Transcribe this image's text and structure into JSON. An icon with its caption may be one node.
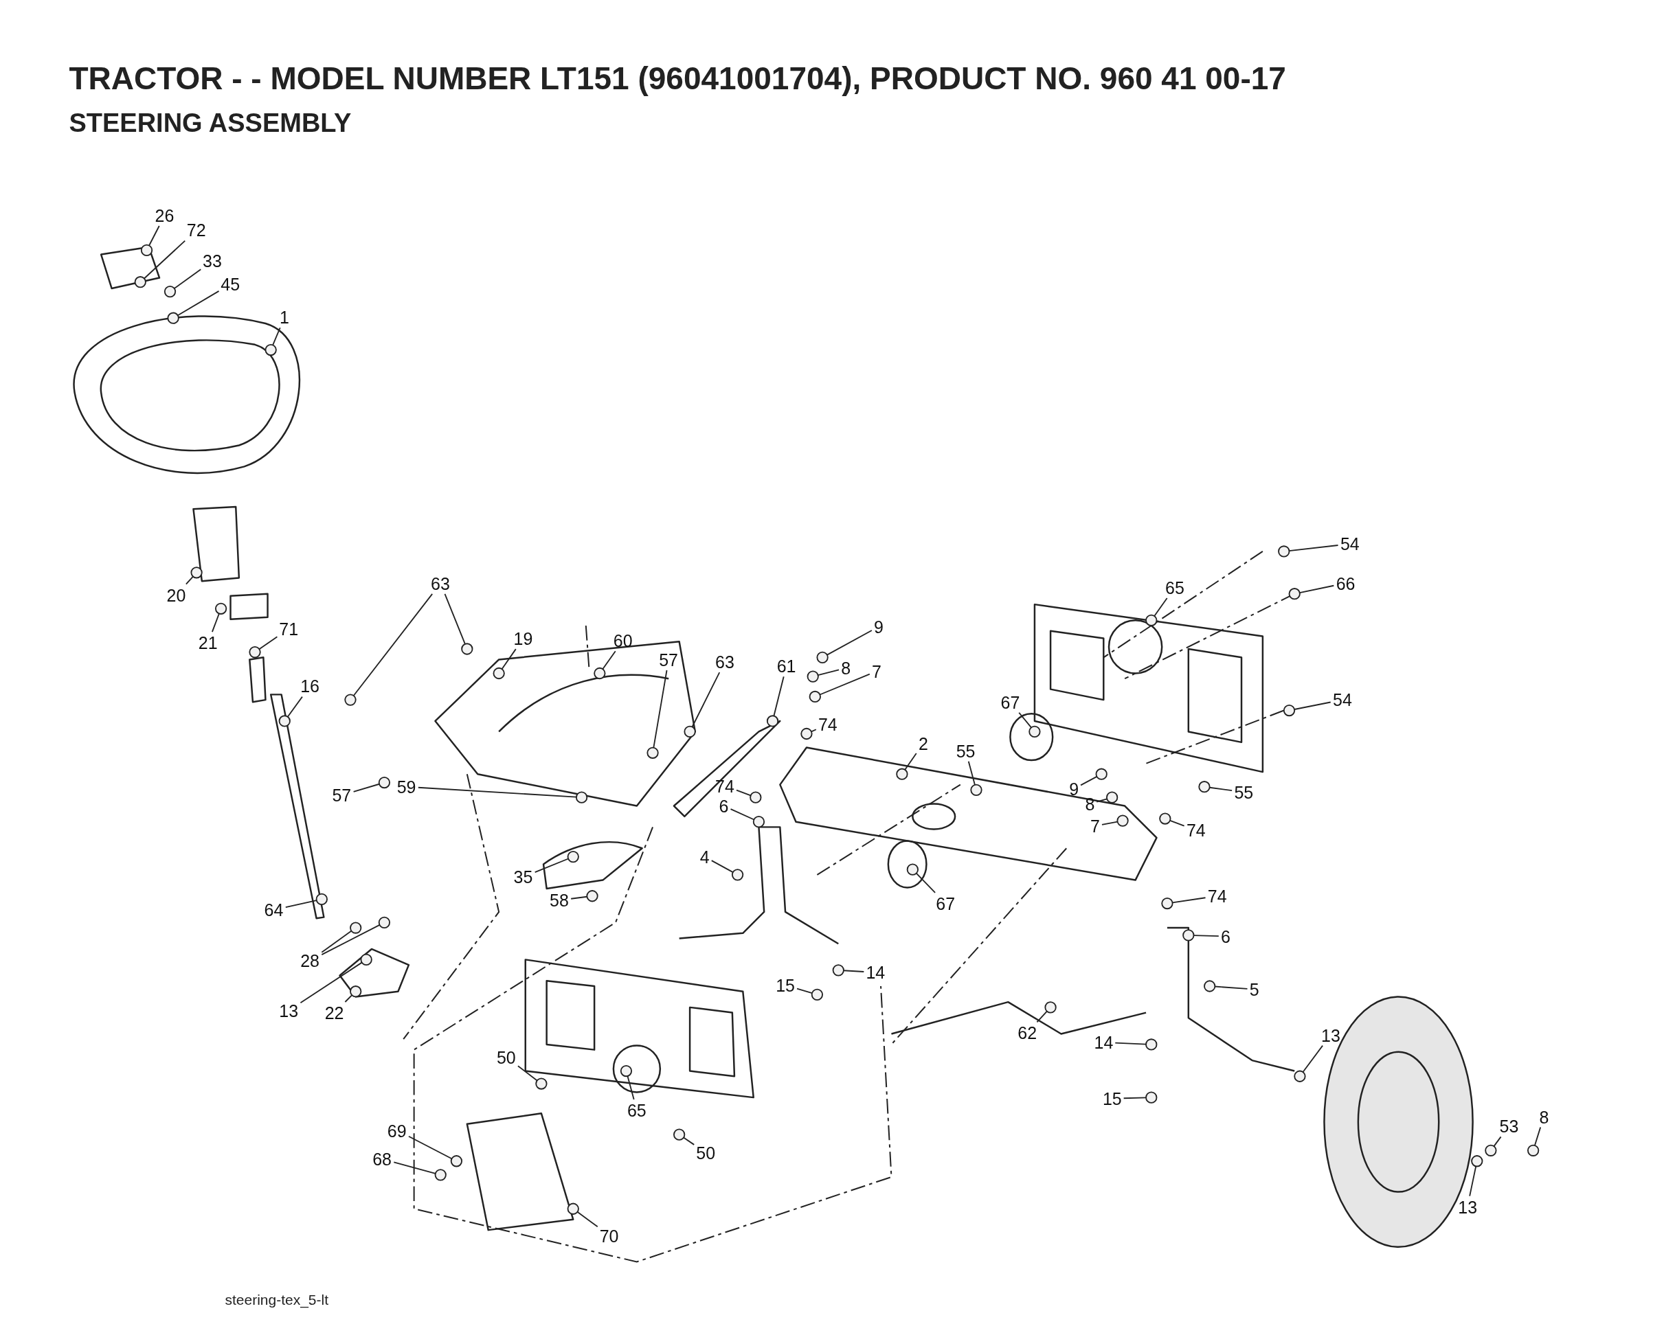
{
  "diagram": {
    "title": "TRACTOR - - MODEL NUMBER LT151 (96041001704), PRODUCT NO. 960 41 00-17",
    "caption": "STEERING ASSEMBLY",
    "nodes": [
      {
        "text": [
          "26"
        ]
      },
      {
        "text": [
          "72"
        ]
      },
      {
        "text": [
          "33"
        ]
      },
      {
        "text": [
          "45"
        ]
      },
      {
        "text": [
          "1"
        ]
      },
      {
        "text": [
          "20"
        ]
      },
      {
        "text": [
          "21"
        ]
      },
      {
        "text": [
          "71"
        ]
      },
      {
        "text": [
          "16"
        ]
      },
      {
        "text": [
          "63"
        ]
      },
      {
        "text": [
          "19"
        ]
      },
      {
        "text": [
          "60"
        ]
      },
      {
        "text": [
          "57"
        ]
      },
      {
        "text": [
          "63"
        ]
      },
      {
        "text": [
          "57"
        ]
      },
      {
        "text": [
          "59"
        ]
      },
      {
        "text": [
          "35"
        ]
      },
      {
        "text": [
          "58"
        ]
      },
      {
        "text": [
          "64"
        ]
      },
      {
        "text": [
          "28"
        ]
      },
      {
        "text": [
          "13"
        ]
      },
      {
        "text": [
          "22"
        ]
      },
      {
        "text": [
          "9"
        ]
      },
      {
        "text": [
          "8"
        ]
      },
      {
        "text": [
          "7"
        ]
      },
      {
        "text": [
          "74"
        ]
      },
      {
        "text": [
          "61"
        ]
      },
      {
        "text": [
          "2"
        ]
      },
      {
        "text": [
          "55"
        ]
      },
      {
        "text": [
          "67"
        ]
      },
      {
        "text": [
          "65"
        ]
      },
      {
        "text": [
          "54"
        ]
      },
      {
        "text": [
          "66"
        ]
      },
      {
        "text": [
          "54"
        ]
      },
      {
        "text": [
          "9"
        ]
      },
      {
        "text": [
          "8"
        ]
      },
      {
        "text": [
          "7"
        ]
      },
      {
        "text": [
          "55"
        ]
      },
      {
        "text": [
          "74"
        ]
      },
      {
        "text": [
          "74"
        ]
      },
      {
        "text": [
          "6"
        ]
      },
      {
        "text": [
          "4"
        ]
      },
      {
        "text": [
          "67"
        ]
      },
      {
        "text": [
          "74"
        ]
      },
      {
        "text": [
          "6"
        ]
      },
      {
        "text": [
          "5"
        ]
      },
      {
        "text": [
          "14"
        ]
      },
      {
        "text": [
          "15"
        ]
      },
      {
        "text": [
          "62"
        ]
      },
      {
        "text": [
          "13"
        ]
      },
      {
        "text": [
          "14"
        ]
      },
      {
        "text": [
          "15"
        ]
      },
      {
        "text": [
          "53"
        ]
      },
      {
        "text": [
          "8"
        ]
      },
      {
        "text": [
          "13"
        ]
      },
      {
        "text": [
          "50"
        ]
      },
      {
        "text": [
          "65"
        ]
      },
      {
        "text": [
          "50"
        ]
      },
      {
        "text": [
          "69"
        ]
      },
      {
        "text": [
          "68"
        ]
      },
      {
        "text": [
          "70"
        ]
      },
      {
        "text": [],
        "shape": "circle"
      },
      {
        "text": [],
        "shape": "circle"
      },
      {
        "text": [],
        "shape": "circle"
      },
      {
        "text": [],
        "shape": "circle"
      },
      {
        "text": [],
        "shape": "circle"
      },
      {
        "text": [],
        "shape": "circle"
      },
      {
        "text": [],
        "shape": "circle"
      },
      {
        "text": [],
        "shape": "circle"
      },
      {
        "text": [],
        "shape": "circle"
      },
      {
        "text": [],
        "shape": "circle"
      },
      {
        "text": [],
        "shape": "circle"
      },
      {
        "text": [],
        "shape": "circle"
      },
      {
        "text": [],
        "shape": "circle"
      },
      {
        "text": [],
        "shape": "circle"
      },
      {
        "text": [],
        "shape": "circle"
      },
      {
        "text": [],
        "shape": "circle"
      },
      {
        "text": [],
        "shape": "circle"
      },
      {
        "text": [],
        "shape": "circle"
      },
      {
        "text": [],
        "shape": "circle"
      },
      {
        "text": [],
        "shape": "circle"
      },
      {
        "text": [],
        "shape": "circle"
      },
      {
        "text": [],
        "shape": "circle"
      },
      {
        "text": [],
        "shape": "circle"
      },
      {
        "text": [],
        "shape": "circle"
      },
      {
        "text": [],
        "shape": "circle"
      },
      {
        "text": [],
        "shape": "circle"
      },
      {
        "text": [],
        "shape": "circle"
      },
      {
        "text": [],
        "shape": "circle"
      },
      {
        "text": [],
        "shape": "circle"
      },
      {
        "text": [],
        "shape": "circle"
      },
      {
        "text": [],
        "shape": "circle"
      },
      {
        "text": [],
        "shape": "circle"
      },
      {
        "text": [],
        "shape": "circle"
      },
      {
        "text": [],
        "shape": "circle"
      },
      {
        "text": [],
        "shape": "circle"
      },
      {
        "text": [],
        "shape": "circle"
      },
      {
        "text": [],
        "shape": "circle"
      },
      {
        "text": [],
        "shape": "circle"
      },
      {
        "text": [],
        "shape": "circle"
      },
      {
        "text": [],
        "shape": "circle"
      },
      {
        "text": [],
        "shape": "circle"
      },
      {
        "text": [],
        "shape": "circle"
      },
      {
        "text": [],
        "shape": "circle"
      },
      {
        "text": [],
        "shape": "circle"
      },
      {
        "text": [],
        "shape": "circle"
      },
      {
        "text": [],
        "shape": "circle"
      },
      {
        "text": [],
        "shape": "circle"
      },
      {
        "text": [],
        "shape": "circle"
      },
      {
        "text": [],
        "shape": "circle"
      },
      {
        "text": [],
        "shape": "circle"
      },
      {
        "text": [],
        "shape": "circle"
      },
      {
        "text": [],
        "shape": "circle"
      },
      {
        "text": [],
        "shape": "circle"
      },
      {
        "text": [],
        "shape": "circle"
      },
      {
        "text": [],
        "shape": "circle"
      },
      {
        "text": [],
        "shape": "circle"
      },
      {
        "text": [],
        "shape": "circle"
      },
      {
        "text": [],
        "shape": "circle"
      },
      {
        "text": [],
        "shape": "circle"
      },
      {
        "text": [],
        "shape": "circle"
      },
      {
        "text": [],
        "shape": "circle"
      },
      {
        "text": [],
        "shape": "circle"
      },
      {
        "text": [],
        "shape": "circle"
      }
    ],
    "edges": [
      {
        "from": 0,
        "to": 61,
        "arrow": "none"
      },
      {
        "from": 1,
        "to": 62,
        "arrow": "none"
      },
      {
        "from": 2,
        "to": 63,
        "arrow": "none"
      },
      {
        "from": 3,
        "to": 64,
        "arrow": "none"
      },
      {
        "from": 4,
        "to": 65,
        "arrow": "none"
      },
      {
        "from": 5,
        "to": 66,
        "arrow": "none"
      },
      {
        "from": 6,
        "to": 67,
        "arrow": "none"
      },
      {
        "from": 7,
        "to": 68,
        "arrow": "none"
      },
      {
        "from": 8,
        "to": 69,
        "arrow": "none"
      },
      {
        "from": 9,
        "to": 70,
        "arrow": "none"
      },
      {
        "from": 9,
        "to": 71,
        "arrow": "none"
      },
      {
        "from": 10,
        "to": 72,
        "arrow": "none"
      },
      {
        "from": 11,
        "to": 73,
        "arrow": "none"
      },
      {
        "from": 12,
        "to": 74,
        "arrow": "none"
      },
      {
        "from": 13,
        "to": 75,
        "arrow": "none"
      },
      {
        "from": 14,
        "to": 76,
        "arrow": "none"
      },
      {
        "from": 15,
        "to": 77,
        "arrow": "none"
      },
      {
        "from": 16,
        "to": 78,
        "arrow": "none"
      },
      {
        "from": 17,
        "to": 79,
        "arrow": "none"
      },
      {
        "from": 18,
        "to": 80,
        "arrow": "none"
      },
      {
        "from": 19,
        "to": 81,
        "arrow": "none"
      },
      {
        "from": 19,
        "to": 82,
        "arrow": "none"
      },
      {
        "from": 20,
        "to": 83,
        "arrow": "none"
      },
      {
        "from": 21,
        "to": 84,
        "arrow": "none"
      },
      {
        "from": 22,
        "to": 85,
        "arrow": "none"
      },
      {
        "from": 23,
        "to": 86,
        "arrow": "none"
      },
      {
        "from": 24,
        "to": 87,
        "arrow": "none"
      },
      {
        "from": 25,
        "to": 88,
        "arrow": "none"
      },
      {
        "from": 26,
        "to": 89,
        "arrow": "none"
      },
      {
        "from": 27,
        "to": 90,
        "arrow": "none"
      },
      {
        "from": 28,
        "to": 91,
        "arrow": "none"
      },
      {
        "from": 29,
        "to": 92,
        "arrow": "none"
      },
      {
        "from": 30,
        "to": 93,
        "arrow": "none"
      },
      {
        "from": 31,
        "to": 94,
        "arrow": "none"
      },
      {
        "from": 32,
        "to": 95,
        "arrow": "none"
      },
      {
        "from": 33,
        "to": 96,
        "arrow": "none"
      },
      {
        "from": 34,
        "to": 97,
        "arrow": "none"
      },
      {
        "from": 35,
        "to": 98,
        "arrow": "none"
      },
      {
        "from": 36,
        "to": 99,
        "arrow": "none"
      },
      {
        "from": 37,
        "to": 100,
        "arrow": "none"
      },
      {
        "from": 38,
        "to": 101,
        "arrow": "none"
      },
      {
        "from": 39,
        "to": 102,
        "arrow": "none"
      },
      {
        "from": 40,
        "to": 103,
        "arrow": "none"
      },
      {
        "from": 41,
        "to": 104,
        "arrow": "none"
      },
      {
        "from": 42,
        "to": 105,
        "arrow": "none"
      },
      {
        "from": 43,
        "to": 106,
        "arrow": "none"
      },
      {
        "from": 44,
        "to": 107,
        "arrow": "none"
      },
      {
        "from": 45,
        "to": 108,
        "arrow": "none"
      },
      {
        "from": 46,
        "to": 109,
        "arrow": "none"
      },
      {
        "from": 47,
        "to": 110,
        "arrow": "none"
      },
      {
        "from": 48,
        "to": 111,
        "arrow": "none"
      },
      {
        "from": 49,
        "to": 112,
        "arrow": "none"
      },
      {
        "from": 50,
        "to": 113,
        "arrow": "none"
      },
      {
        "from": 51,
        "to": 114,
        "arrow": "none"
      },
      {
        "from": 52,
        "to": 115,
        "arrow": "none"
      },
      {
        "from": 53,
        "to": 116,
        "arrow": "none"
      },
      {
        "from": 54,
        "to": 117,
        "arrow": "none"
      },
      {
        "from": 55,
        "to": 118,
        "arrow": "none"
      },
      {
        "from": 56,
        "to": 119,
        "arrow": "none"
      },
      {
        "from": 57,
        "to": 120,
        "arrow": "none"
      },
      {
        "from": 58,
        "to": 121,
        "arrow": "none"
      },
      {
        "from": 59,
        "to": 122,
        "arrow": "none"
      },
      {
        "from": 60,
        "to": 123,
        "arrow": "none"
      }
    ],
    "labels": [
      "steering-tex_5-lt"
    ]
  }
}
